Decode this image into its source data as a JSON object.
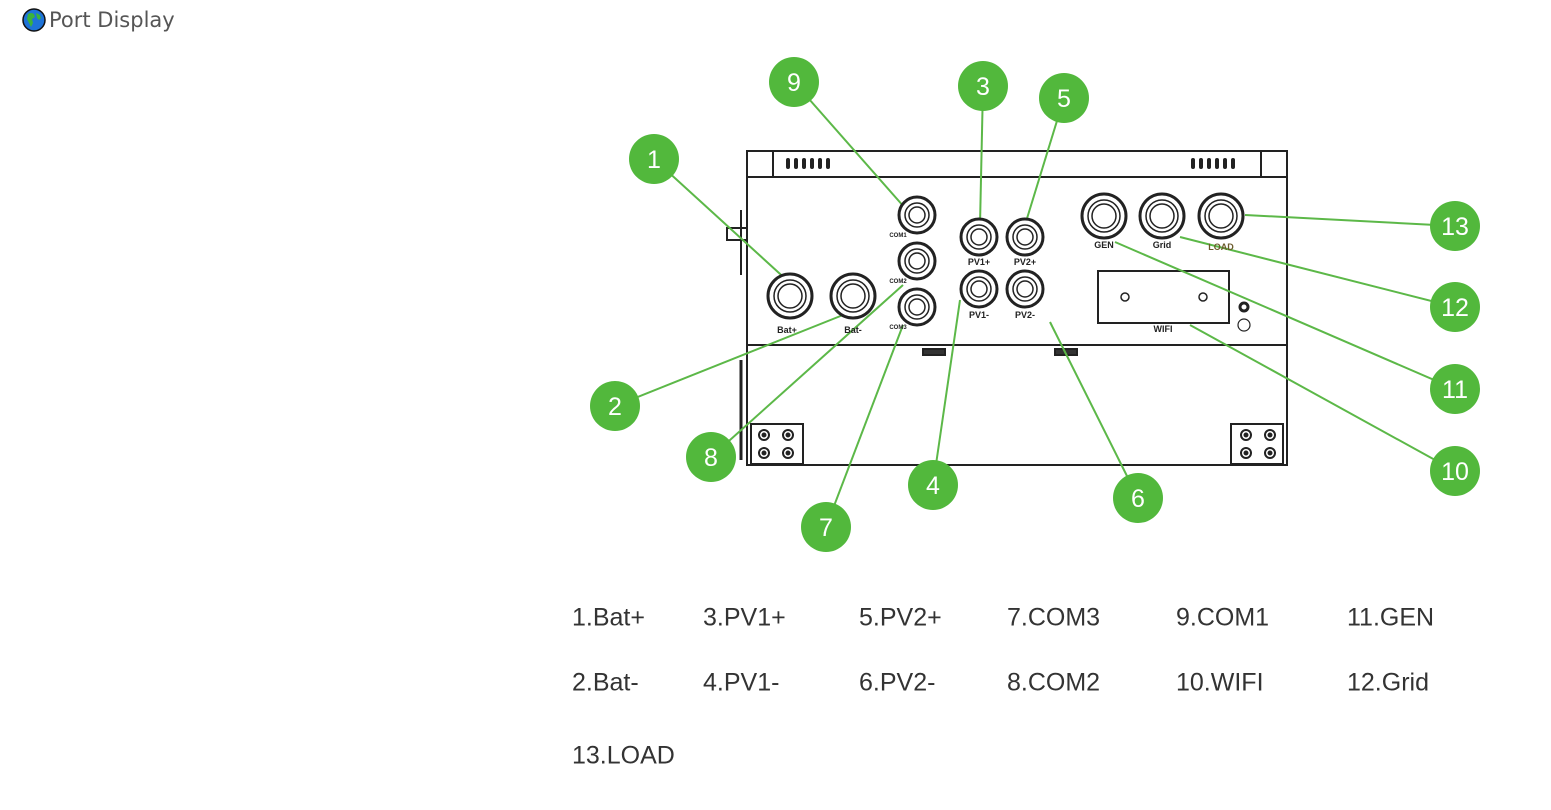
{
  "header": {
    "title": "Port Display",
    "icon": "globe-icon"
  },
  "colors": {
    "callout": "#52b83c",
    "line": "#5cb848",
    "device": "#222222"
  },
  "ports": {
    "bat_plus": "Bat+",
    "bat_minus": "Bat-",
    "com1": "COM1",
    "com2": "COM2",
    "com3": "COM3",
    "pv1_plus": "PV1+",
    "pv2_plus": "PV2+",
    "pv1_minus": "PV1-",
    "pv2_minus": "PV2-",
    "gen": "GEN",
    "grid": "Grid",
    "load": "LOAD",
    "wifi": "WIFI"
  },
  "callouts": [
    "1",
    "2",
    "3",
    "4",
    "5",
    "6",
    "7",
    "8",
    "9",
    "10",
    "11",
    "12",
    "13"
  ],
  "legend": [
    "1.Bat+",
    "3.PV1+",
    "5.PV2+",
    "7.COM3",
    "9.COM1",
    "11.GEN",
    "2.Bat-",
    "4.PV1-",
    "6.PV2-",
    "8.COM2",
    "10.WIFI",
    "12.Grid",
    "13.LOAD"
  ]
}
